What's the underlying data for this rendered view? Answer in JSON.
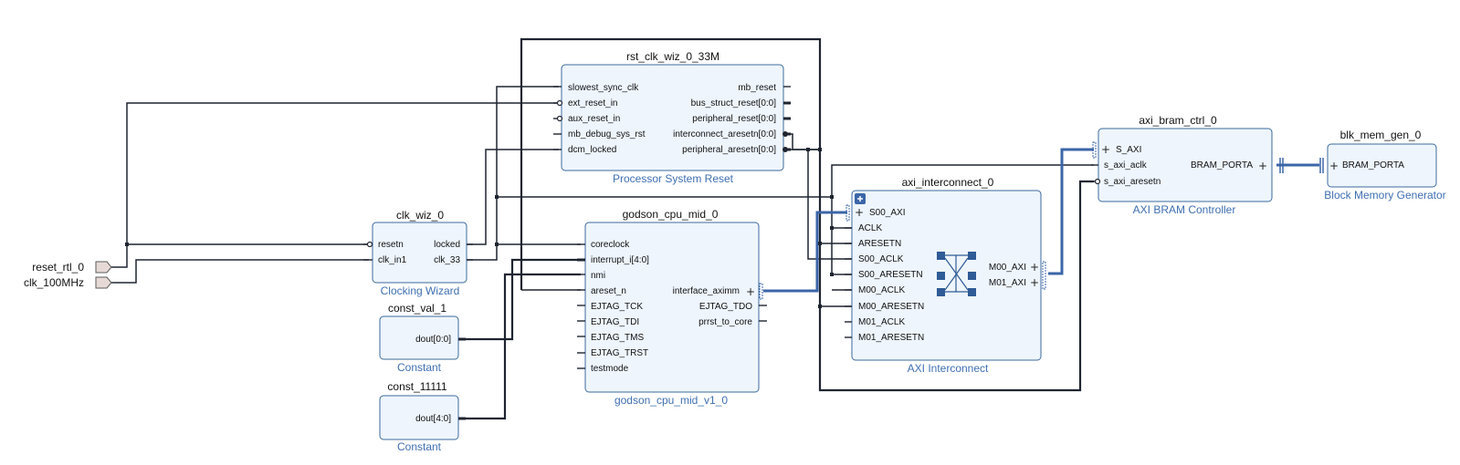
{
  "external_ports": {
    "reset": "reset_rtl_0",
    "clk": "clk_100MHz"
  },
  "blocks": {
    "rst": {
      "instance": "rst_clk_wiz_0_33M",
      "type": "Processor System Reset",
      "inputs": [
        "slowest_sync_clk",
        "ext_reset_in",
        "aux_reset_in",
        "mb_debug_sys_rst",
        "dcm_locked"
      ],
      "outputs": [
        "mb_reset",
        "bus_struct_reset[0:0]",
        "peripheral_reset[0:0]",
        "interconnect_aresetn[0:0]",
        "peripheral_aresetn[0:0]"
      ]
    },
    "clk_wiz": {
      "instance": "clk_wiz_0",
      "type": "Clocking Wizard",
      "inputs": [
        "resetn",
        "clk_in1"
      ],
      "outputs": [
        "locked",
        "clk_33"
      ]
    },
    "const1": {
      "instance": "const_val_1",
      "type": "Constant",
      "outputs": [
        "dout[0:0]"
      ]
    },
    "const2": {
      "instance": "const_11111",
      "type": "Constant",
      "outputs": [
        "dout[4:0]"
      ]
    },
    "cpu": {
      "instance": "godson_cpu_mid_0",
      "type": "godson_cpu_mid_v1_0",
      "inputs": [
        "coreclock",
        "interrupt_i[4:0]",
        "nmi",
        "areset_n",
        "EJTAG_TCK",
        "EJTAG_TDI",
        "EJTAG_TMS",
        "EJTAG_TRST",
        "testmode"
      ],
      "outputs": [
        "interface_aximm",
        "EJTAG_TDO",
        "prrst_to_core"
      ]
    },
    "axi_ic": {
      "instance": "axi_interconnect_0",
      "type": "AXI Interconnect",
      "inputs": [
        "S00_AXI",
        "ACLK",
        "ARESETN",
        "S00_ACLK",
        "S00_ARESETN",
        "M00_ACLK",
        "M00_ARESETN",
        "M01_ACLK",
        "M01_ARESETN"
      ],
      "outputs": [
        "M00_AXI",
        "M01_AXI"
      ]
    },
    "bram_ctrl": {
      "instance": "axi_bram_ctrl_0",
      "type": "AXI BRAM Controller",
      "inputs": [
        "S_AXI",
        "s_axi_aclk",
        "s_axi_aresetn"
      ],
      "outputs": [
        "BRAM_PORTA"
      ]
    },
    "bram": {
      "instance": "blk_mem_gen_0",
      "type": "Block Memory Generator",
      "inputs": [
        "BRAM_PORTA"
      ]
    }
  },
  "colors": {
    "block_fill": "#eef5fd",
    "block_border": "#3c6a9e",
    "subtitle": "#3f6fb0",
    "bus": "#3b66a8",
    "wire": "#1f2530",
    "port_fill": "#e7dad6"
  },
  "icons": {
    "interface_plus": "plus-icon",
    "expand": "expand-icon",
    "crossbar": "crossbar-icon"
  }
}
